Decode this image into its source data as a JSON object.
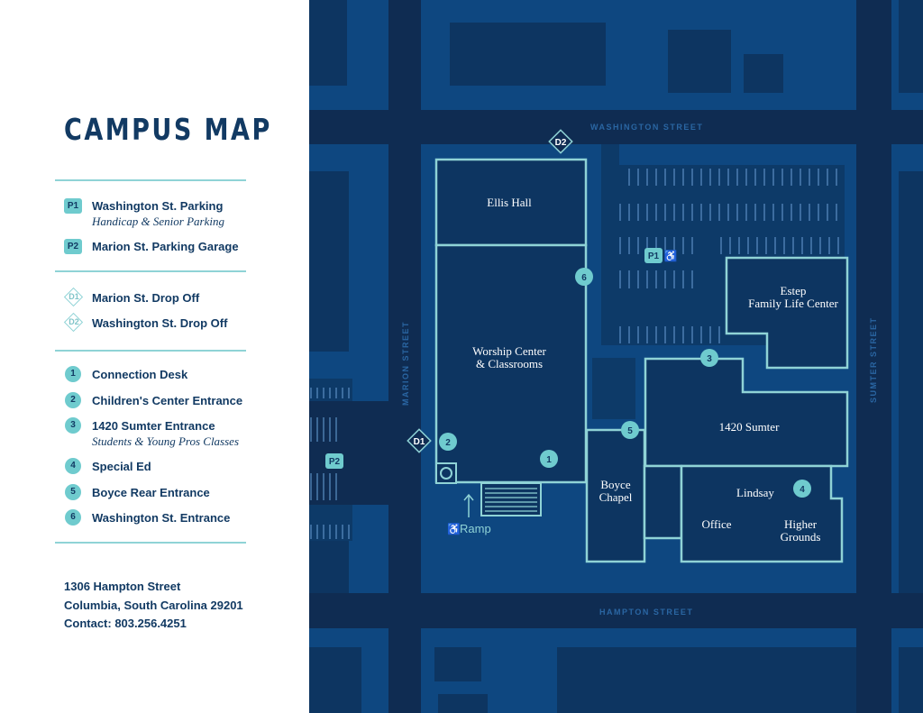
{
  "legend": {
    "title": "CAMPUS MAP",
    "parking": [
      {
        "code": "P1",
        "label": "Washington St. Parking",
        "sub": "Handicap & Senior Parking"
      },
      {
        "code": "P2",
        "label": "Marion St. Parking Garage"
      }
    ],
    "dropoffs": [
      {
        "code": "D1",
        "label": "Marion St. Drop Off"
      },
      {
        "code": "D2",
        "label": "Washington St. Drop Off"
      }
    ],
    "entrances": [
      {
        "code": "1",
        "label": "Connection Desk"
      },
      {
        "code": "2",
        "label": "Children's Center Entrance"
      },
      {
        "code": "3",
        "label": "1420 Sumter Entrance",
        "sub": "Students & Young Pros Classes"
      },
      {
        "code": "4",
        "label": "Special Ed"
      },
      {
        "code": "5",
        "label": "Boyce Rear Entrance"
      },
      {
        "code": "6",
        "label": "Washington St. Entrance"
      }
    ],
    "address": {
      "street": "1306 Hampton Street",
      "city": "Columbia, South Carolina 29201",
      "contact": "Contact: 803.256.4251"
    }
  },
  "map": {
    "streets": {
      "washington": "WASHINGTON STREET",
      "marion": "MARION STREET",
      "sumter": "SUMTER STREET",
      "hampton": "HAMPTON STREET"
    },
    "buildings": {
      "ellis": "Ellis Hall",
      "worship_1": "Worship Center",
      "worship_2": "& Classrooms",
      "estep_1": "Estep",
      "estep_2": "Family Life Center",
      "sumter1420": "1420 Sumter",
      "boyce_1": "Boyce",
      "boyce_2": "Chapel",
      "lindsay": "Lindsay",
      "office": "Office",
      "higher_1": "Higher",
      "higher_2": "Grounds"
    },
    "markers": {
      "p1": "P1",
      "p2": "P2",
      "d1": "D1",
      "d2": "D2",
      "m1": "1",
      "m2": "2",
      "m3": "3",
      "m4": "4",
      "m5": "5",
      "m6": "6"
    },
    "ramp_label": "Ramp",
    "icons": {
      "accessibility": "accessibility-icon",
      "arrow": "arrow-up-icon",
      "elevator": "elevator-icon",
      "stairs": "stairs-icon"
    },
    "colors": {
      "road": "#0f2c52",
      "block": "#0e4780",
      "lot": "#0d3a68",
      "building": "#0d3561",
      "outline": "#8fd3d6",
      "marker": "#6fcbce",
      "street_text": "#2a66a3"
    }
  }
}
